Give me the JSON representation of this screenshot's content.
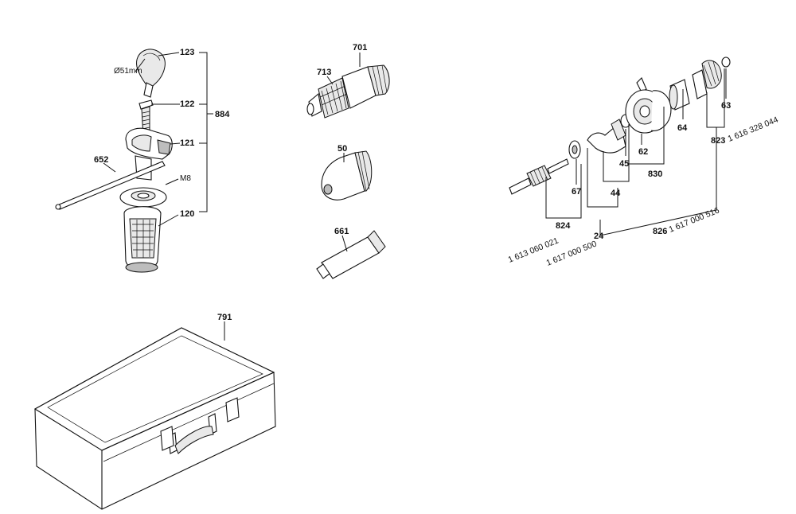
{
  "callouts": {
    "c123": "123",
    "c122": "122",
    "c121": "121",
    "c884": "884",
    "c652": "652",
    "cM8": "M8",
    "c120": "120",
    "dia": "Ø51mm",
    "c701": "701",
    "c713": "713",
    "c50": "50",
    "c661": "661",
    "c791": "791",
    "c63": "63",
    "c64": "64",
    "c62": "62",
    "c830": "830",
    "c45": "45",
    "c67": "67",
    "c44": "44",
    "c823": "823",
    "c824": "824",
    "c24": "24",
    "c826": "826"
  },
  "part_numbers": {
    "pn_1616": "1 616 328 044",
    "pn_1613": "1 613 060 021",
    "pn_1617a": "1 617 000 500",
    "pn_1617b": "1 617 000 516"
  }
}
